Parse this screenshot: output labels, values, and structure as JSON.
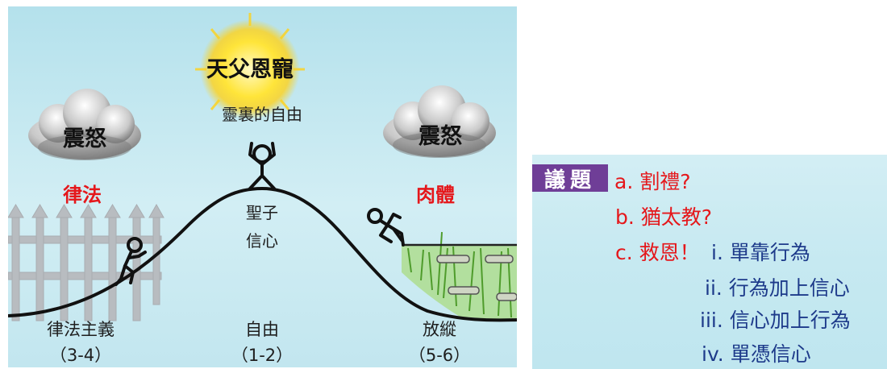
{
  "left_panel": {
    "sun_title": "天父恩寵",
    "center_top": "靈裏的自由",
    "cloud_left": "震怒",
    "cloud_right": "震怒",
    "left_red": "律法",
    "right_red": "肉體",
    "hill_line1": "聖子",
    "hill_line2": "信心",
    "bottom_left": "律法主義",
    "bottom_left_range": "（3-4）",
    "bottom_center": "自由",
    "bottom_center_range": "（1-2）",
    "bottom_right": "放縱",
    "bottom_right_range": "（5-6）"
  },
  "right_panel": {
    "badge": "議題",
    "item_a": "a. 割禮?",
    "item_b": "b. 猶太教?",
    "item_c": "c. 救恩！",
    "sub_i": "i. 單靠行為",
    "sub_ii": "ii. 行為加上信心",
    "sub_iii": "iii. 信心加上行為",
    "sub_iv": "iv. 單憑信心"
  },
  "colors": {
    "red": "#e5171b",
    "navy": "#1d3a8a",
    "purple": "#6f3e97",
    "sky": "#c6e9f1"
  }
}
